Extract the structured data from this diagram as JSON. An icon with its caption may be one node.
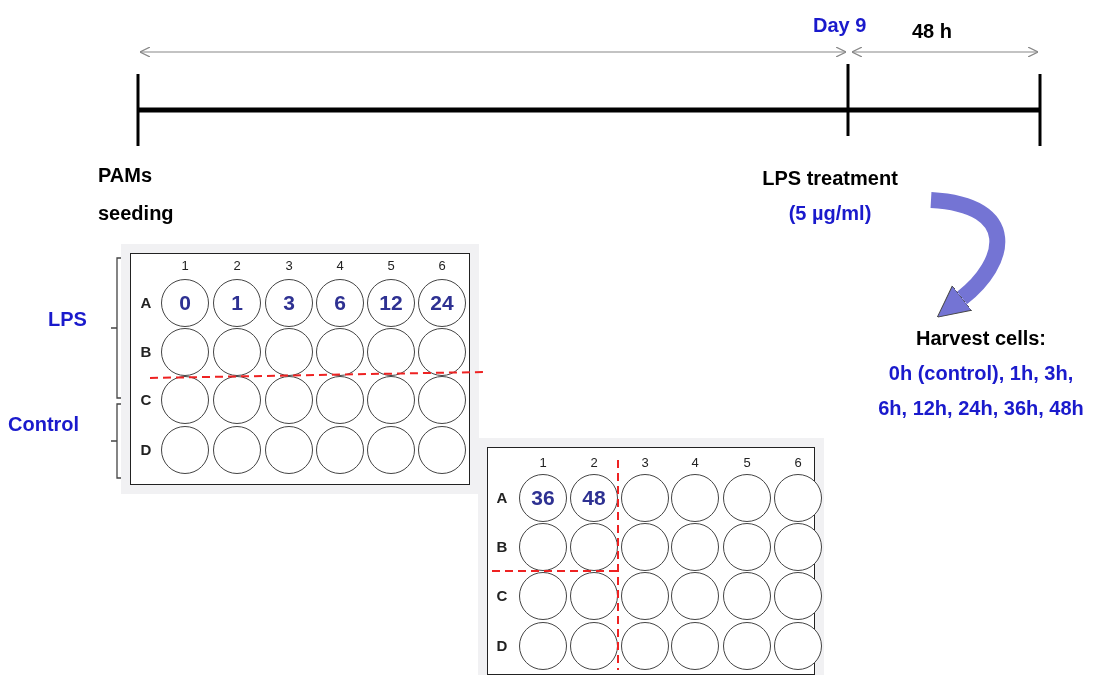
{
  "diagram": {
    "nodes": [
      {
        "text": [
          "LPS treatment",
          "(5 µg/ml)"
        ]
      },
      {
        "text": [
          "Harvest cells:",
          "0h (control), 1h, 3h, 6h, 12h, 24h, 36h, 48h"
        ]
      },
      {
        "text": [
          "1",
          "2",
          "3",
          "4",
          "5",
          "6",
          "A",
          "B",
          "C",
          "D"
        ]
      },
      {
        "text": [
          "0"
        ],
        "in": 2
      },
      {
        "text": [
          "1"
        ],
        "in": 2
      },
      {
        "text": [
          "3"
        ],
        "in": 2
      },
      {
        "text": [
          "6"
        ],
        "in": 2
      },
      {
        "text": [
          "12"
        ],
        "in": 2
      },
      {
        "text": [
          "24"
        ],
        "in": 2
      },
      {
        "text": [],
        "shape": "circle",
        "in": 2
      },
      {
        "text": [],
        "shape": "circle",
        "in": 2
      },
      {
        "text": [],
        "shape": "circle",
        "in": 2
      },
      {
        "text": [],
        "shape": "circle",
        "in": 2
      },
      {
        "text": [],
        "shape": "circle",
        "in": 2
      },
      {
        "text": [],
        "shape": "circle",
        "in": 2
      },
      {
        "text": [],
        "shape": "circle",
        "in": 2
      },
      {
        "text": [],
        "shape": "circle",
        "in": 2
      },
      {
        "text": [],
        "shape": "circle",
        "in": 2
      },
      {
        "text": [],
        "shape": "circle",
        "in": 2
      },
      {
        "text": [],
        "shape": "circle",
        "in": 2
      },
      {
        "text": [],
        "shape": "circle",
        "in": 2
      },
      {
        "text": [],
        "shape": "circle",
        "in": 2
      },
      {
        "text": [],
        "shape": "circle",
        "in": 2
      },
      {
        "text": [],
        "shape": "circle",
        "in": 2
      },
      {
        "text": [],
        "shape": "circle",
        "in": 2
      },
      {
        "text": [],
        "shape": "circle",
        "in": 2
      },
      {
        "text": [],
        "shape": "circle",
        "in": 2
      },
      {
        "text": [
          "1",
          "2",
          "3",
          "4",
          "5",
          "6",
          "A",
          "B",
          "C",
          "D"
        ]
      },
      {
        "text": [
          "36"
        ],
        "in": 27
      },
      {
        "text": [
          "48"
        ],
        "in": 27
      },
      {
        "text": [],
        "shape": "circle",
        "in": 27
      },
      {
        "text": [],
        "shape": "circle",
        "in": 27
      },
      {
        "text": [],
        "shape": "circle",
        "in": 27
      },
      {
        "text": [],
        "shape": "circle",
        "in": 27
      },
      {
        "text": [],
        "shape": "circle",
        "in": 27
      },
      {
        "text": [],
        "shape": "circle",
        "in": 27
      },
      {
        "text": [],
        "shape": "circle",
        "in": 27
      },
      {
        "text": [],
        "shape": "circle",
        "in": 27
      },
      {
        "text": [],
        "shape": "circle",
        "in": 27
      },
      {
        "text": [],
        "shape": "circle",
        "in": 27
      },
      {
        "text": [],
        "shape": "circle",
        "in": 27
      },
      {
        "text": [],
        "shape": "circle",
        "in": 27
      },
      {
        "text": [],
        "shape": "circle",
        "in": 27
      },
      {
        "text": [],
        "shape": "circle",
        "in": 27
      },
      {
        "text": [],
        "shape": "circle",
        "in": 27
      },
      {
        "text": [],
        "shape": "circle",
        "in": 27
      },
      {
        "text": [],
        "shape": "circle",
        "in": 27
      },
      {
        "text": [],
        "shape": "circle",
        "in": 27
      },
      {
        "text": [],
        "shape": "circle",
        "in": 27
      },
      {
        "text": [],
        "shape": "circle",
        "in": 27
      },
      {
        "text": [],
        "shape": "circle",
        "in": 27
      },
      {
        "text": [],
        "shape": "circle",
        "in": 27
      }
    ],
    "edges": [
      {
        "from": 0,
        "to": 1,
        "arrow": "to",
        "color": "#7474d4"
      }
    ],
    "labels": [
      "Day 9",
      "48 h",
      "PAMs seeding",
      "LPS",
      "Control"
    ]
  }
}
